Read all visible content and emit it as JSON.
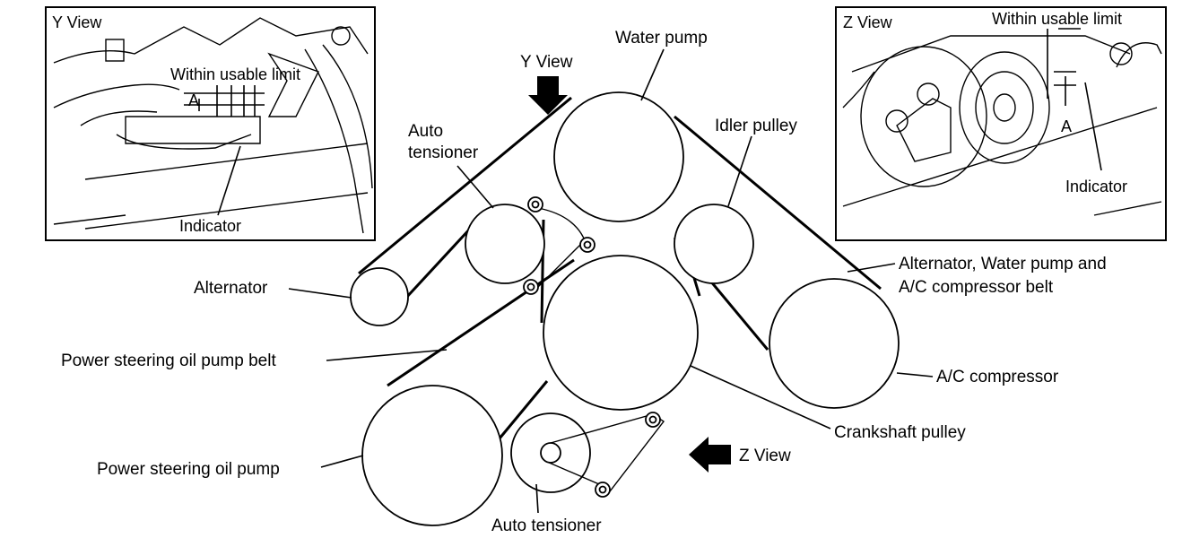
{
  "labels": {
    "water_pump": "Water pump",
    "y_view_arrow": "Y View",
    "z_view_arrow": "Z View",
    "auto_tensioner_top_1": "Auto",
    "auto_tensioner_top_2": "tensioner",
    "idler_pulley": "Idler pulley",
    "alternator": "Alternator",
    "main_belt_1": "Alternator, Water pump and",
    "main_belt_2": "A/C compressor belt",
    "ps_belt": "Power steering oil pump belt",
    "ac_compressor": "A/C compressor",
    "crankshaft_pulley": "Crankshaft pulley",
    "ps_pump": "Power steering oil pump",
    "auto_tensioner_bottom": "Auto tensioner"
  },
  "y_view_inset": {
    "title": "Y View",
    "within_limit": "Within usable limit",
    "marker": "A",
    "indicator": "Indicator"
  },
  "z_view_inset": {
    "title": "Z View",
    "within_limit": "Within usable limit",
    "marker": "A",
    "indicator": "Indicator"
  }
}
